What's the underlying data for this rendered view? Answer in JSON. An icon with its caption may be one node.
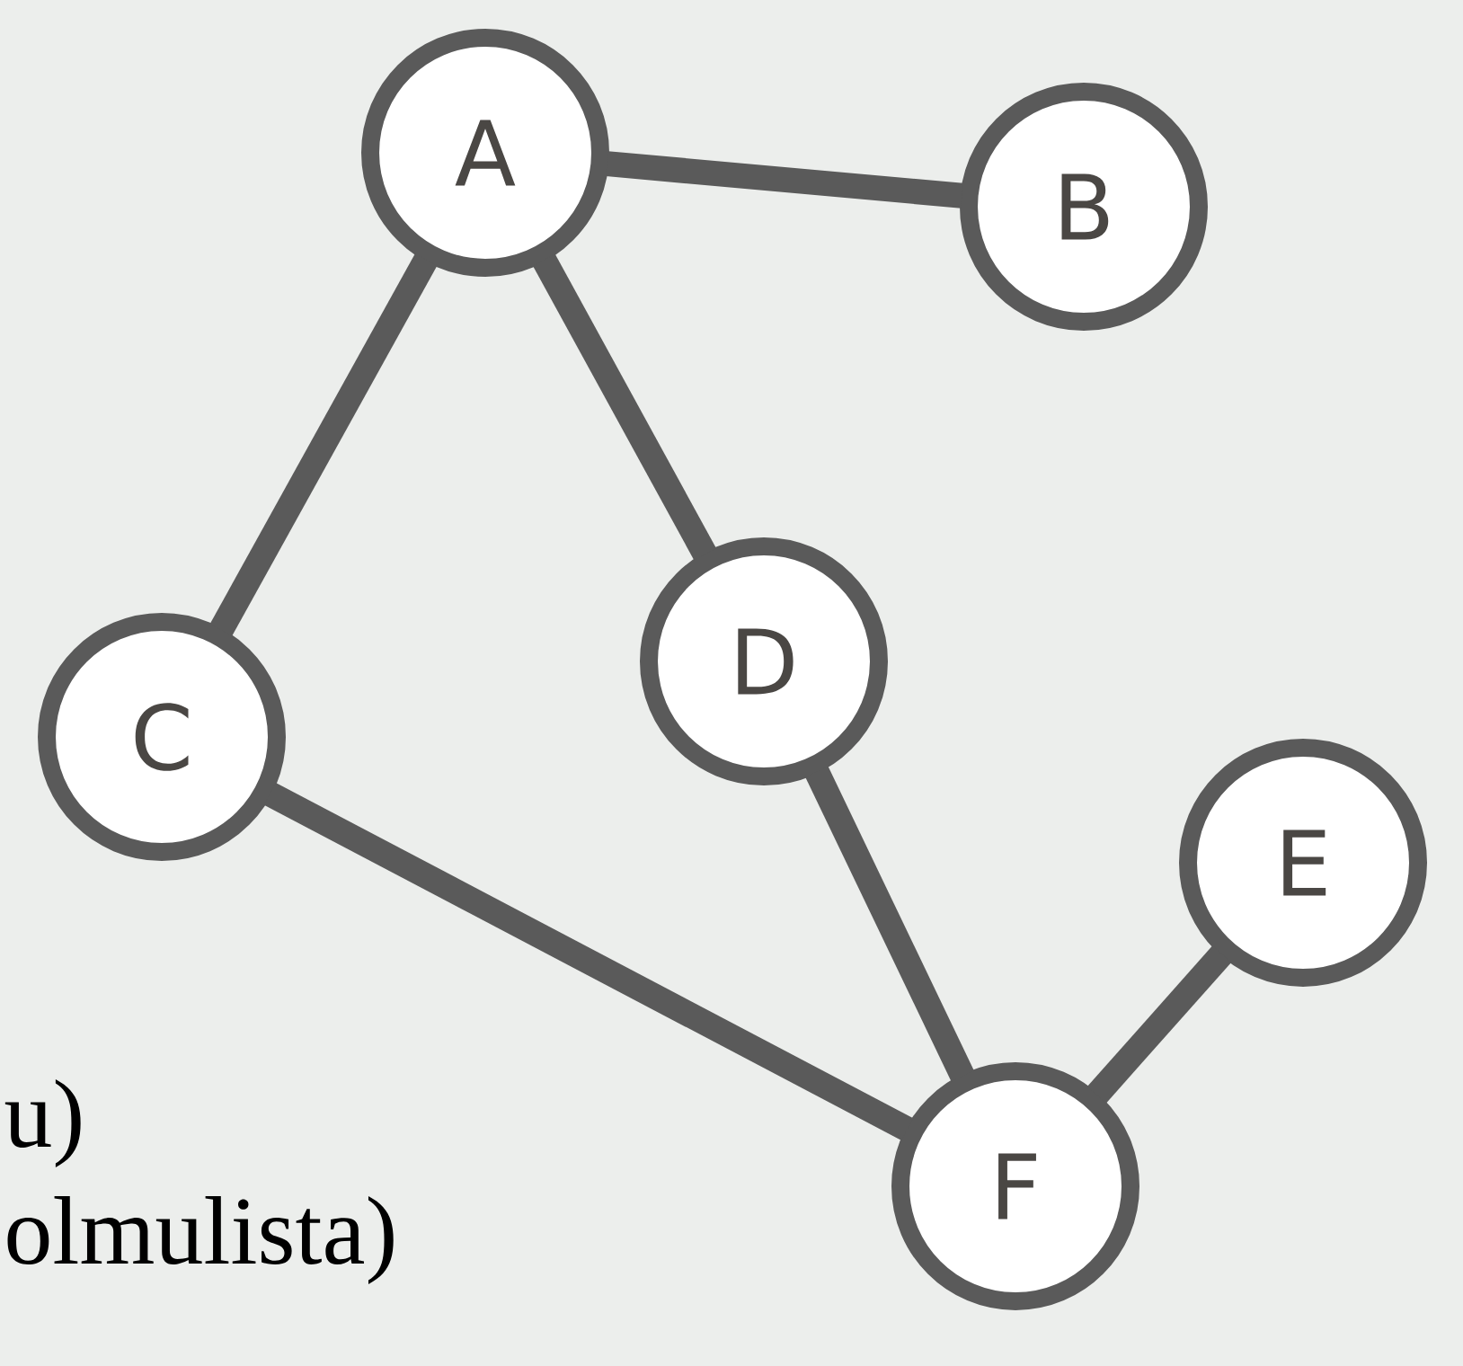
{
  "diagram": {
    "nodes": [
      {
        "text": [
          "A"
        ]
      },
      {
        "text": [
          "B"
        ]
      },
      {
        "text": [
          "C"
        ]
      },
      {
        "text": [
          "D"
        ]
      },
      {
        "text": [
          "E"
        ]
      },
      {
        "text": [
          "F"
        ]
      }
    ],
    "edges": [
      {
        "from": 0,
        "to": 1,
        "arrow": "none"
      },
      {
        "from": 0,
        "to": 2,
        "arrow": "none"
      },
      {
        "from": 0,
        "to": 3,
        "arrow": "none"
      },
      {
        "from": 2,
        "to": 5,
        "arrow": "none"
      },
      {
        "from": 3,
        "to": 5,
        "arrow": "none"
      },
      {
        "from": 4,
        "to": 5,
        "arrow": "none"
      }
    ],
    "labels": [
      "u)",
      "olmulista)"
    ]
  }
}
